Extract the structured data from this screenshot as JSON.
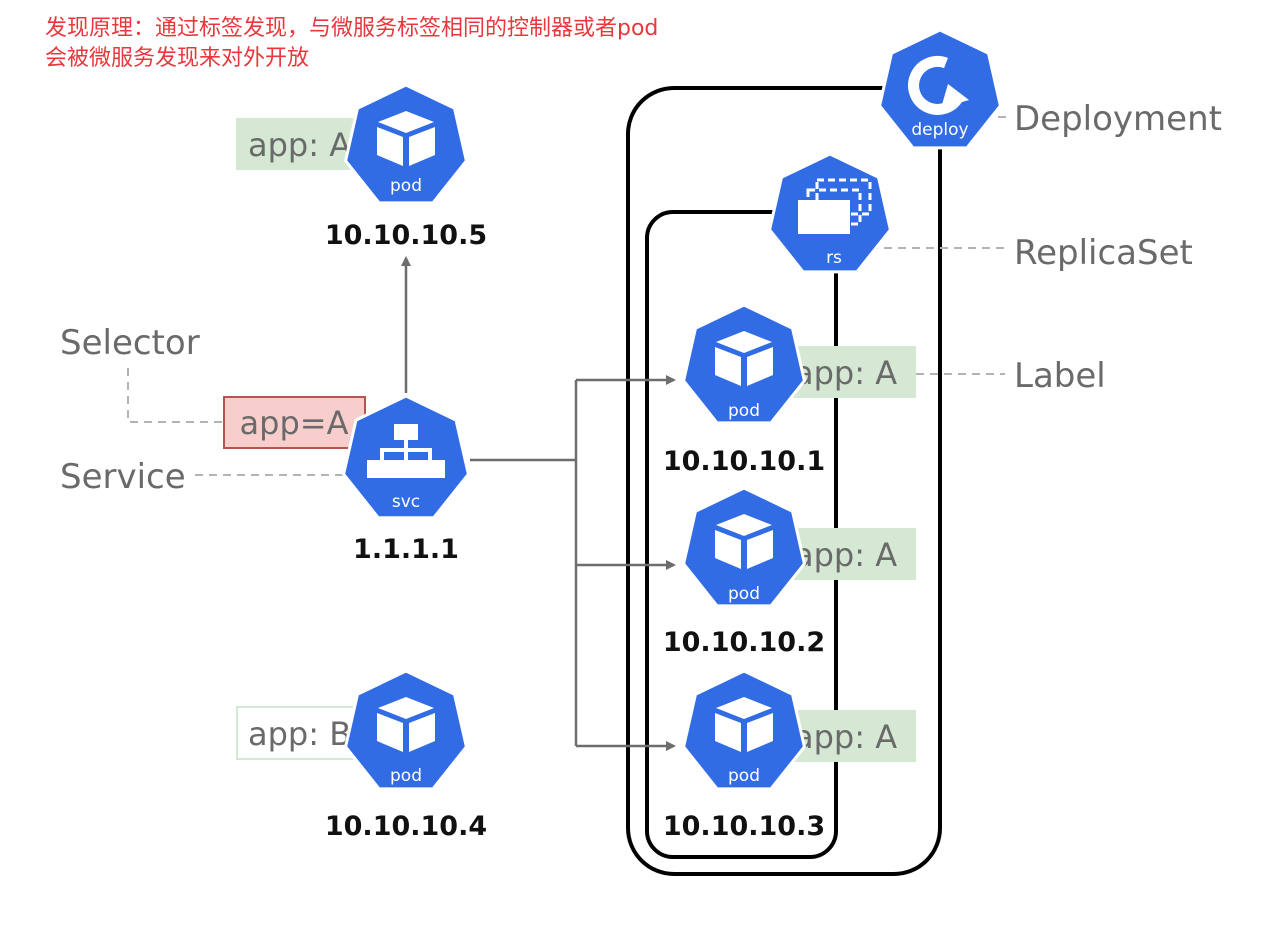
{
  "note": {
    "line1": "发现原理：通过标签发现，与微服务标签相同的控制器或者pod",
    "line2": "会被微服务发现来对外开放"
  },
  "labels": {
    "deployment": "Deployment",
    "replicaset": "ReplicaSet",
    "label": "Label",
    "selector": "Selector",
    "service": "Service"
  },
  "selector_value": "app=A",
  "service": {
    "sub": "svc",
    "ip": "1.1.1.1"
  },
  "deploy": {
    "sub": "deploy"
  },
  "replicaset": {
    "sub": "rs"
  },
  "pods": [
    {
      "sub": "pod",
      "label": "app: A",
      "ip": "10.10.10.5"
    },
    {
      "sub": "pod",
      "label": "app: B",
      "ip": "10.10.10.4"
    },
    {
      "sub": "pod",
      "label": "app: A",
      "ip": "10.10.10.1"
    },
    {
      "sub": "pod",
      "label": "app: A",
      "ip": "10.10.10.2"
    },
    {
      "sub": "pod",
      "label": "app: A",
      "ip": "10.10.10.3"
    }
  ],
  "colors": {
    "k8s_blue": "#326ce5",
    "label_green": "#d5e8d4",
    "selector_red": "#f8cecc",
    "selector_border": "#b85450",
    "note_red": "#e8383d",
    "arrow_gray": "#6d6d6d",
    "dashed_gray": "#b3b3b3"
  }
}
